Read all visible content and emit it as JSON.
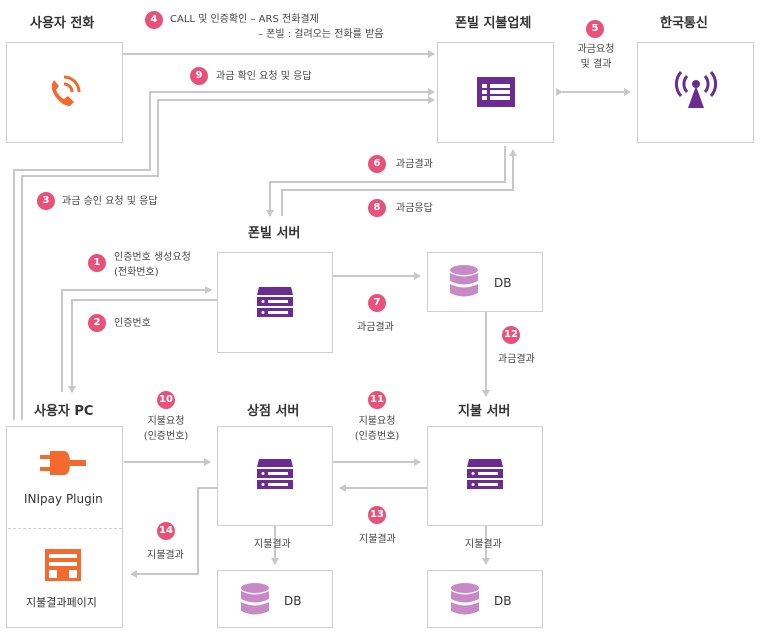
{
  "titles": {
    "user_phone": "사용자 전화",
    "phone_billing": "폰빌 지불업체",
    "korea_telecom": "한국통신",
    "phonebill_server": "폰빌 서버",
    "user_pc": "사용자 PC",
    "shop_server": "상점 서버",
    "payment_server": "지불 서버"
  },
  "nodes": {
    "db1": "DB",
    "db2": "DB",
    "db3": "DB",
    "plugin": "INIpay Plugin",
    "result_page": "지불결과페이지"
  },
  "steps": [
    {
      "n": "4",
      "lines": [
        "CALL 및 인증확인 – ARS 전화결제",
        "– 폰빌 : 걸려오는 전화를 받음"
      ]
    },
    {
      "n": "5",
      "lines": [
        "과금요청",
        "및 결과"
      ]
    },
    {
      "n": "9",
      "lines": [
        "과금 확인 요청 및 응답"
      ]
    },
    {
      "n": "6",
      "lines": [
        "과금결과"
      ]
    },
    {
      "n": "8",
      "lines": [
        "과금응답"
      ]
    },
    {
      "n": "3",
      "lines": [
        "과금 승인 요청 및 응답"
      ]
    },
    {
      "n": "1",
      "lines": [
        "인증번호 생성요청",
        "(전화번호)"
      ]
    },
    {
      "n": "2",
      "lines": [
        "인증번호"
      ]
    },
    {
      "n": "7",
      "lines": [
        "과금결과"
      ]
    },
    {
      "n": "12",
      "lines": [
        "과금결과"
      ]
    },
    {
      "n": "10",
      "lines": [
        "지불요청",
        "(인증번호)"
      ]
    },
    {
      "n": "11",
      "lines": [
        "지불요청",
        "(인증번호)"
      ]
    },
    {
      "n": "13",
      "lines": [
        "지불결과"
      ]
    },
    {
      "n": "14",
      "lines": [
        "지불결과"
      ]
    }
  ],
  "db_labels": {
    "shop_db": "지불결과",
    "pay_db": "지불결과"
  },
  "colors": {
    "accent": "#e8527a",
    "purple": "#6b2c91",
    "orange": "#f26a2d",
    "wire": "#c8c8c8",
    "db": "#c78ac7"
  }
}
